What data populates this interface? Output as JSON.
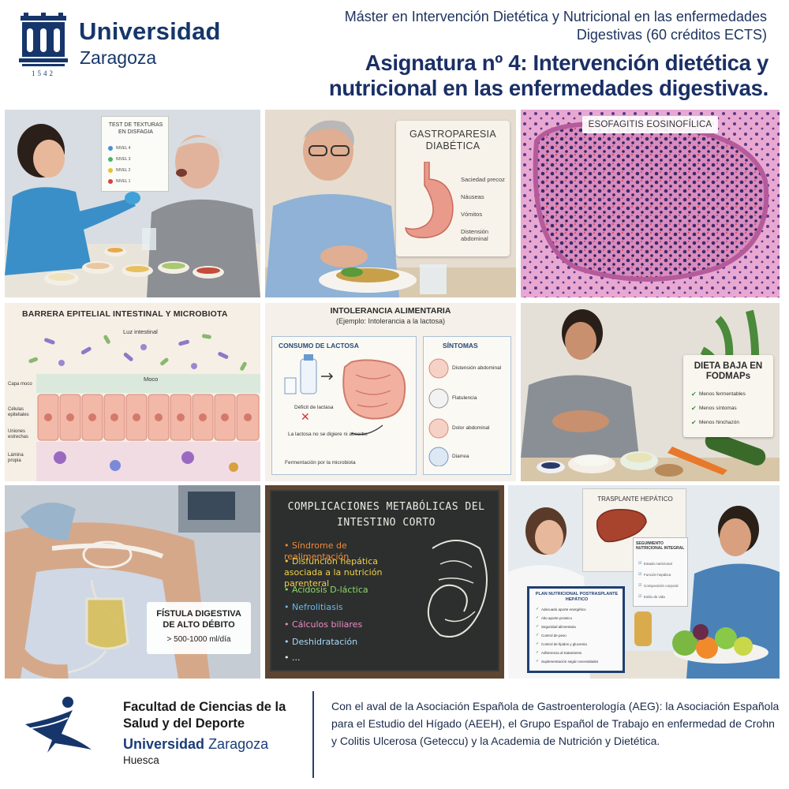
{
  "header": {
    "university_name": "Universidad",
    "university_city": "Zaragoza",
    "university_year": "1542",
    "master_title": "Máster en Intervención Dietética y Nutricional en las enfermedades Digestivas (60 créditos ECTS)",
    "subject_title": "Asignatura nº 4: Intervención dietética y nutricional en las enfermedades digestivas."
  },
  "tiles": {
    "texture_test": {
      "title": "TEST DE TEXTURAS EN DISFAGIA",
      "levels": [
        "NIVEL 4",
        "NIVEL 3",
        "NIVEL 2",
        "NIVEL 1"
      ],
      "level_colors": [
        "#4a8fd0",
        "#4bb36a",
        "#e6c232",
        "#d9423b"
      ]
    },
    "gastroparesis": {
      "title": "GASTROPARESIA DIABÉTICA",
      "symptoms": [
        "Saciedad precoz",
        "Náuseas",
        "Vómitos",
        "Distensión abdominal"
      ]
    },
    "eosinophilic": {
      "title": "ESOFAGITIS EOSINOFÍLICA"
    },
    "barrier": {
      "title": "BARRERA EPITELIAL INTESTINAL Y MICROBIOTA",
      "lumen": "Luz intestinal",
      "mucus": "Moco",
      "side_labels": [
        "Capa moco",
        "Células epiteliales",
        "Uniones estrechas",
        "Lámina propia"
      ]
    },
    "intolerance": {
      "title": "INTOLERANCIA ALIMENTARIA",
      "subtitle": "(Ejemplo: Intolerancia a la lactosa)",
      "left_header": "CONSUMO DE LACTOSA",
      "right_header": "SÍNTOMAS",
      "lactase_deficit": "Déficit de lactasa",
      "not_absorbed": "La lactosa no se digiere ni absorbe",
      "fermentation": "Fermentación por la microbiota",
      "symptoms": [
        "Distensión abdominal",
        "Flatulencia",
        "Dolor abdominal",
        "Diarrea"
      ]
    },
    "fodmap": {
      "title": "DIETA BAJA EN FODMAPs",
      "items": [
        "Menos fermentables",
        "Menos síntomas",
        "Menos hinchazón"
      ]
    },
    "fistula": {
      "title": "FÍSTULA DIGESTIVA DE ALTO DÉBITO",
      "value": "> 500-1000 ml/día"
    },
    "short_bowel": {
      "title": "COMPLICACIONES METABÓLICAS DEL INTESTINO CORTO",
      "items": [
        {
          "text": "Síndrome de realimentación",
          "color": "#f08a3a"
        },
        {
          "text": "Disfunción hepática asociada a la nutrición parenteral",
          "color": "#f2cf4a"
        },
        {
          "text": "Acidosis D-láctica",
          "color": "#8fd86a"
        },
        {
          "text": "Nefrolitiasis",
          "color": "#6ab8f0"
        },
        {
          "text": "Cálculos biliares",
          "color": "#f08ac8"
        },
        {
          "text": "Deshidratación",
          "color": "#a8d8f8"
        },
        {
          "text": "...",
          "color": "#ecece4"
        }
      ]
    },
    "transplant": {
      "poster_title": "TRASPLANTE HEPÁTICO",
      "followup_title": "SEGUIMIENTO NUTRICIONAL INTEGRAL",
      "followup_items": [
        "Estado nutricional",
        "Función hepática",
        "Composición corporal",
        "Estilo de vida"
      ],
      "plan_title": "PLAN NUTRICIONAL POSTRASPLANTE HEPÁTICO",
      "plan_items": [
        "Adecuado aporte energético",
        "Alto aporte proteico",
        "Seguridad alimentaria",
        "Control de peso",
        "Control de lípidos y glucemia",
        "Adherencia al tratamiento",
        "Suplementación según necesidades"
      ]
    }
  },
  "footer": {
    "faculty_name": "Facultad de Ciencias de la Salud y del Deporte",
    "faculty_university_a": "Universidad",
    "faculty_university_b": "Zaragoza",
    "faculty_city": "Huesca",
    "endorsement": "Con el aval de la Asociación Española de Gastroenterología (AEG): la Asociación Española para el Estudio del Hígado (AEEH), el Grupo Español de Trabajo en enfermedad de Crohn y Colitis Ulcerosa (Geteccu) y la Academia de Nutrición y Dietética."
  },
  "colors": {
    "brand_navy": "#16366b",
    "title_navy": "#1a2f66"
  }
}
